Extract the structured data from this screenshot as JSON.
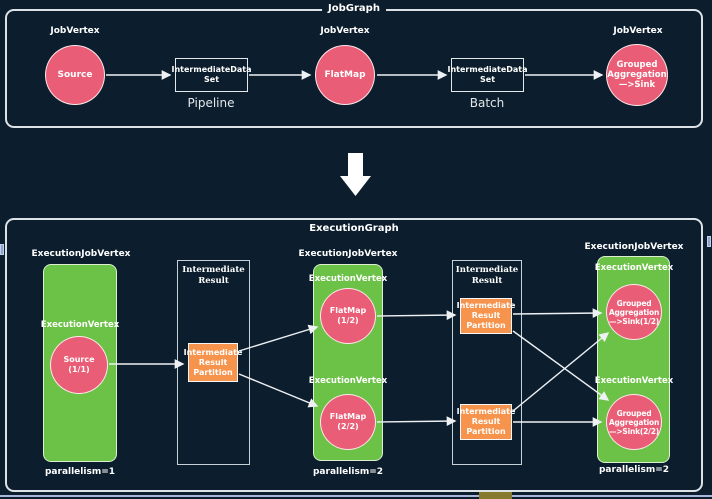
{
  "colors": {
    "background": "#0c1e2d",
    "node_pink": "#e95e76",
    "node_green": "#6cc246",
    "node_orange": "#f6934c",
    "container_border": "#dde2e7",
    "line": "#eef1f4",
    "scroll_blue": "#a9b6dc",
    "scroll_thumb_blue": "#8ca3cf",
    "scroll_thumb_olive": "#867a2f"
  },
  "job_graph": {
    "title": "JobGraph",
    "job_vertex_label": "JobVertex",
    "source_label": "Source",
    "flatmap_label": "FlatMap",
    "sink_label": "Grouped\nAggregation\n—>Sink",
    "intermediate_dataset_label": "IntermediateData\nSet",
    "pipeline_caption": "Pipeline",
    "batch_caption": "Batch"
  },
  "execution_graph": {
    "title": "ExecutionGraph",
    "execution_job_vertex_label": "ExecutionJobVertex",
    "execution_vertex_label": "ExecutionVertex",
    "intermediate_result_title": "Intermediate\nResult",
    "intermediate_result_partition_label": "Intermediate\nResult\nPartition",
    "source_label": "Source\n(1/1)",
    "flatmap1_label": "FlatMap\n(1/2)",
    "flatmap2_label": "FlatMap\n(2/2)",
    "sink1_label": "Grouped\nAggregation\n—>Sink(1/2)",
    "sink2_label": "Grouped\nAggregation\n—>Sink(2/2)",
    "parallelism1_caption": "parallelism=1",
    "parallelism2_caption": "parallelism=2"
  }
}
